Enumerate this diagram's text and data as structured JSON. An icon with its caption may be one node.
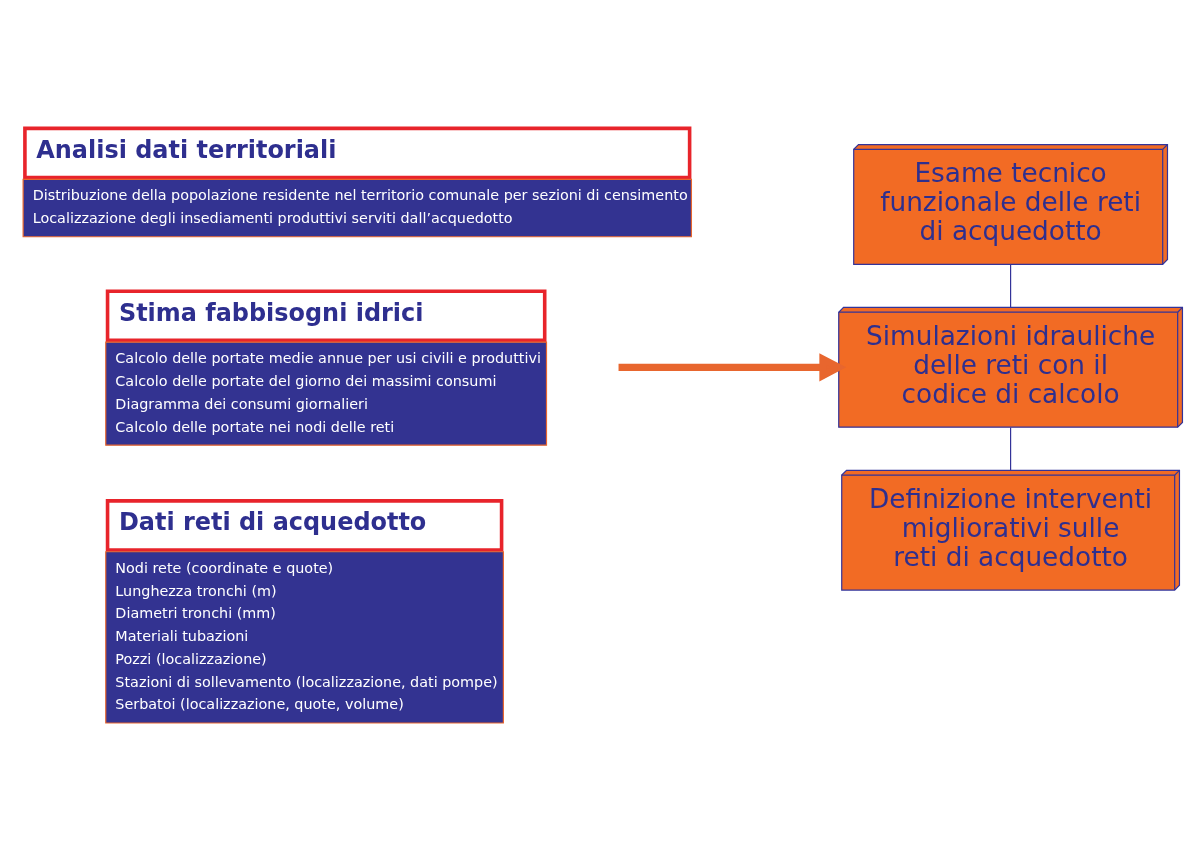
{
  "diagram": {
    "nodes": [
      {
        "text": [
          "Analisi dati territoriali",
          "Distribuzione della popolazione residente nel territorio comunale per sezioni di censimento",
          "Localizzazione degli insediamenti produttivi serviti dall’acquedotto"
        ]
      },
      {
        "text": [
          "Stima fabbisogni idrici",
          "Calcolo delle portate medie annue per usi civili e produttivi",
          "Calcolo delle portate del giorno dei massimi consumi",
          "Diagramma dei consumi giornalieri",
          "Calcolo delle portate nei nodi delle reti"
        ]
      },
      {
        "text": [
          "Dati reti di acquedotto",
          "Nodi rete (coordinate e quote)",
          "Lunghezza tronchi (m)",
          "Diametri tronchi (mm)",
          "Materiali tubazioni",
          "Pozzi (localizzazione)",
          "Stazioni di sollevamento (localizzazione, dati pompe)",
          "Serbatoi (localizzazione, quote, volume)"
        ]
      },
      {
        "text": [
          "Esame tecnico funzionale delle reti di acquedotto"
        ]
      },
      {
        "text": [
          "Simulazioni idrauliche delle reti con il codice di calcolo"
        ]
      },
      {
        "text": [
          "Definizione interventi migliorativi sulle reti di acquedotto"
        ]
      }
    ],
    "edges": [
      {
        "from": 1,
        "to": 4,
        "arrow": "to",
        "style": "thick",
        "color": "#e8662e"
      },
      {
        "from": 3,
        "to": 4,
        "arrow": "none",
        "color": "#333399"
      },
      {
        "from": 4,
        "to": 5,
        "arrow": "none",
        "color": "#333399"
      }
    ]
  }
}
